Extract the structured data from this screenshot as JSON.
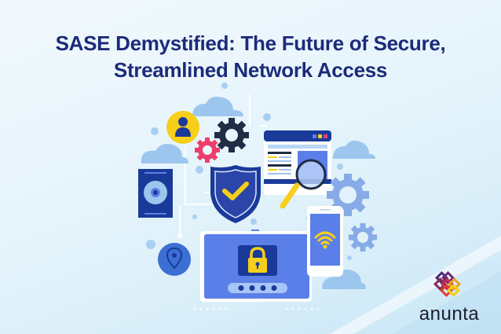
{
  "title": {
    "line1": "SASE Demystified: The Future of Secure,",
    "line2": "Streamlined Network Access"
  },
  "brand": {
    "name": "anunta"
  },
  "illustration": {
    "elements": [
      "user-avatar-icon",
      "gear-icon-dark",
      "gear-icon-pink",
      "cloud-icons",
      "browser-window",
      "magnifying-glass-icon",
      "hard-drive-icon",
      "shield-check-icon",
      "location-pin-icon",
      "laptop-lock-screen",
      "password-field-dots",
      "smartphone-wifi-icon",
      "gear-icons-light"
    ],
    "password_mask": "****"
  },
  "colors": {
    "title": "#1c2b7a",
    "navy": "#1a3a9a",
    "mid_blue": "#5b7fe8",
    "light_blue": "#9cc6ee",
    "yellow": "#f6cf1a",
    "pink": "#ee3d6c",
    "dark_gear": "#1f2d45",
    "background": "#e6f4fb"
  }
}
